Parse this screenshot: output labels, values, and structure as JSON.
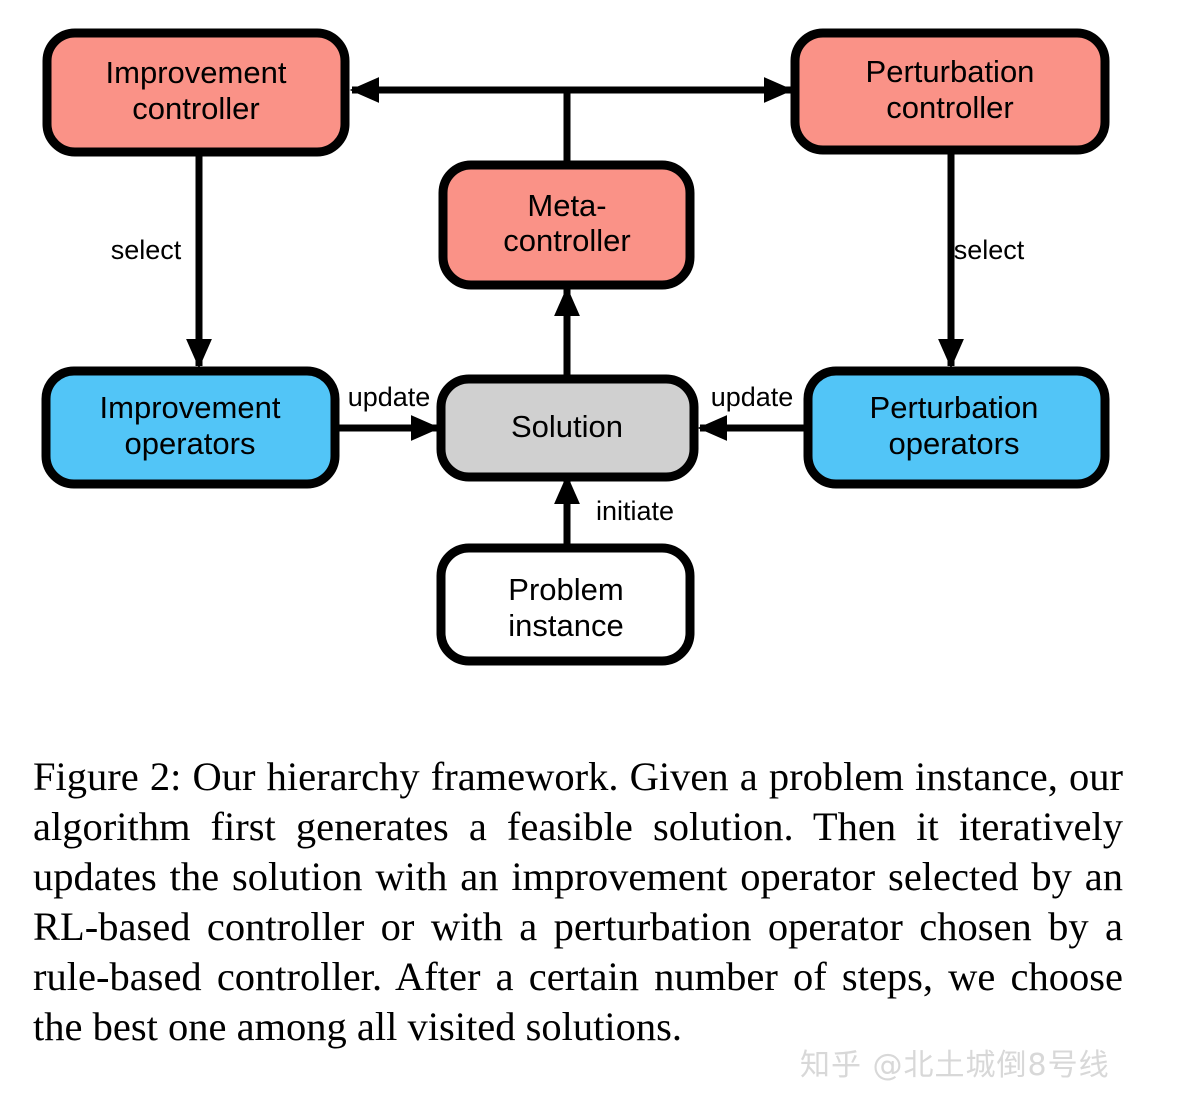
{
  "figure": {
    "colors": {
      "controller_fill": "#FA9287",
      "operator_fill": "#52C5F7",
      "solution_fill": "#D0D0D0",
      "instance_fill": "#FFFFFF",
      "stroke": "#000000"
    },
    "nodes": [
      {
        "id": "improvement-controller",
        "line1": "Improvement",
        "line2": "controller",
        "fill_key": "controller_fill"
      },
      {
        "id": "perturbation-controller",
        "line1": "Perturbation",
        "line2": "controller",
        "fill_key": "controller_fill"
      },
      {
        "id": "meta-controller",
        "line1": "Meta-",
        "line2": "controller",
        "fill_key": "controller_fill"
      },
      {
        "id": "improvement-operators",
        "line1": "Improvement",
        "line2": "operators",
        "fill_key": "operator_fill"
      },
      {
        "id": "perturbation-operators",
        "line1": "Perturbation",
        "line2": "operators",
        "fill_key": "operator_fill"
      },
      {
        "id": "solution",
        "line1": "Solution",
        "line2": "",
        "fill_key": "solution_fill"
      },
      {
        "id": "problem-instance",
        "line1": "Problem",
        "line2": "instance",
        "fill_key": "instance_fill"
      }
    ],
    "edge_labels": {
      "select_left": "select",
      "select_right": "select",
      "update_left": "update",
      "update_right": "update",
      "initiate": "initiate"
    }
  },
  "caption": {
    "text": "Figure 2: Our hierarchy framework. Given a problem instance, our algorithm first generates a feasible solution. Then it iteratively updates the solution with an improvement operator selected by an RL-based controller or with a perturbation operator chosen by a rule-based controller. After a certain number of steps, we choose the best one among all visited solutions."
  },
  "watermark": {
    "text": "知乎 @北土城倒8号线"
  }
}
